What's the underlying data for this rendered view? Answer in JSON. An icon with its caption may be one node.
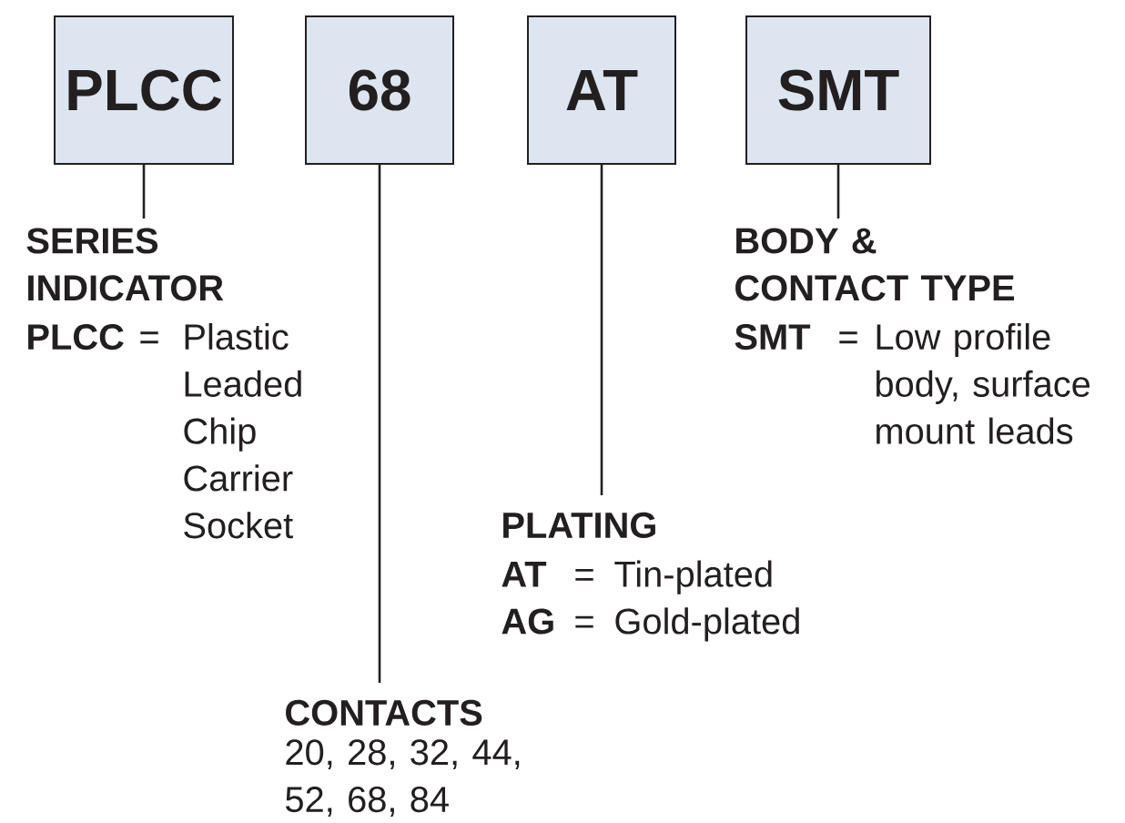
{
  "diagram": {
    "nodes": [
      {
        "text": [
          "PLCC"
        ]
      },
      {
        "text": [
          "68"
        ]
      },
      {
        "text": [
          "AT"
        ]
      },
      {
        "text": [
          "SMT"
        ]
      },
      {
        "text": [
          "SERIES INDICATOR",
          "PLCC",
          "=",
          "Plastic Leaded Chip Carrier Socket"
        ]
      },
      {
        "text": [
          "CONTACTS",
          "20, 28, 32, 44, 52, 68, 84"
        ]
      },
      {
        "text": [
          "PLATING",
          "AT",
          "=",
          "Tin-plated",
          "AG",
          "=",
          "Gold-plated"
        ]
      },
      {
        "text": [
          "BODY & CONTACT TYPE",
          "SMT",
          "=",
          "Low profile body, surface mount leads"
        ]
      }
    ],
    "edges": [
      {
        "from": 0,
        "to": 4,
        "arrow": "none"
      },
      {
        "from": 1,
        "to": 5,
        "arrow": "none"
      },
      {
        "from": 2,
        "to": 6,
        "arrow": "none"
      },
      {
        "from": 3,
        "to": 7,
        "arrow": "none"
      }
    ]
  }
}
